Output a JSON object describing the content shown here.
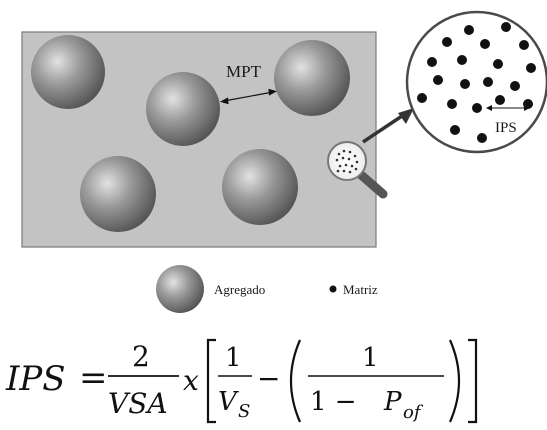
{
  "diagram": {
    "labels": {
      "mpt": "MPT",
      "ips": "IPS"
    },
    "legend": {
      "aggregate": "Agregado",
      "matrix": "Matriz"
    },
    "colors": {
      "panel_fill": "#c3c3c3",
      "panel_border": "#7a7a7a",
      "sphere_light": "#d7d7d7",
      "sphere_dark": "#5c5c5c",
      "dot": "#111111"
    },
    "icons": [
      "magnifier-icon",
      "pointer-arrow-icon"
    ]
  },
  "equation": {
    "lhs": "IPS",
    "equals": "=",
    "numerator": "2",
    "denominator": "VSA",
    "times": "x",
    "inner_numerator_1": "1",
    "inner_denominator_1_base": "V",
    "inner_denominator_1_sub": "S",
    "minus": "−",
    "inner_numerator_2": "1",
    "inner_denominator_2_prefix": "1 −",
    "inner_denominator_2_base": "P",
    "inner_denominator_2_sub": "of"
  }
}
